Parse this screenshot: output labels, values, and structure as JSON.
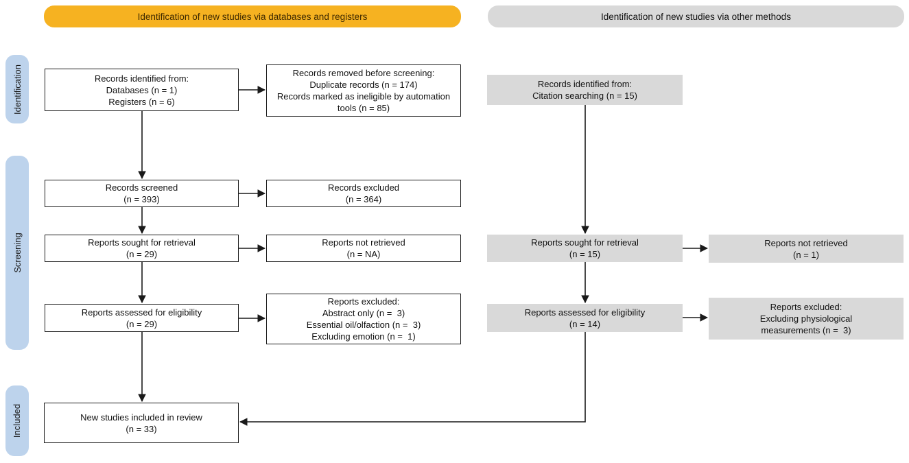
{
  "title_bars": {
    "left": "Identification of new studies via databases and registers",
    "right": "Identification of new studies via other methods"
  },
  "stages": {
    "identification": "Identification",
    "screening": "Screening",
    "included": "Included"
  },
  "boxes": {
    "records_identified_db": "Records identified from:\nDatabases (n = 1)\nRegisters (n = 6)",
    "records_removed": "Records removed before screening:\nDuplicate records (n = 174)\nRecords marked as ineligible by automation\ntools (n = 85)",
    "records_screened": "Records screened\n(n = 393)",
    "records_excluded": "Records excluded\n(n = 364)",
    "reports_sought_db": "Reports sought for retrieval\n(n = 29)",
    "reports_not_retrieved_db": "Reports not retrieved\n(n = NA)",
    "reports_assessed_db": "Reports assessed for eligibility\n(n = 29)",
    "reports_excluded_db": "Reports excluded:\nAbstract only (n =  3)\nEssential oil/olfaction (n =  3)\nExcluding emotion (n =  1)",
    "new_studies_included": "New studies included in review\n(n = 33)",
    "records_identified_other": "Records identified from:\nCitation searching (n = 15)",
    "reports_sought_other": "Reports sought for retrieval\n(n = 15)",
    "reports_not_retrieved_other": "Reports not retrieved\n(n = 1)",
    "reports_assessed_other": "Reports assessed for eligibility\n(n = 14)",
    "reports_excluded_other": "Reports excluded:\nExcluding physiological\nmeasurements (n =  3)"
  },
  "colors": {
    "header_left_bg": "#F6B221",
    "header_right_bg": "#D9D9D9",
    "stage_label_bg": "#BDD3EC",
    "gray_box_bg": "#D9D9D9",
    "white_box_border": "#1A1A1A",
    "connector_line": "#1A1A1A"
  }
}
